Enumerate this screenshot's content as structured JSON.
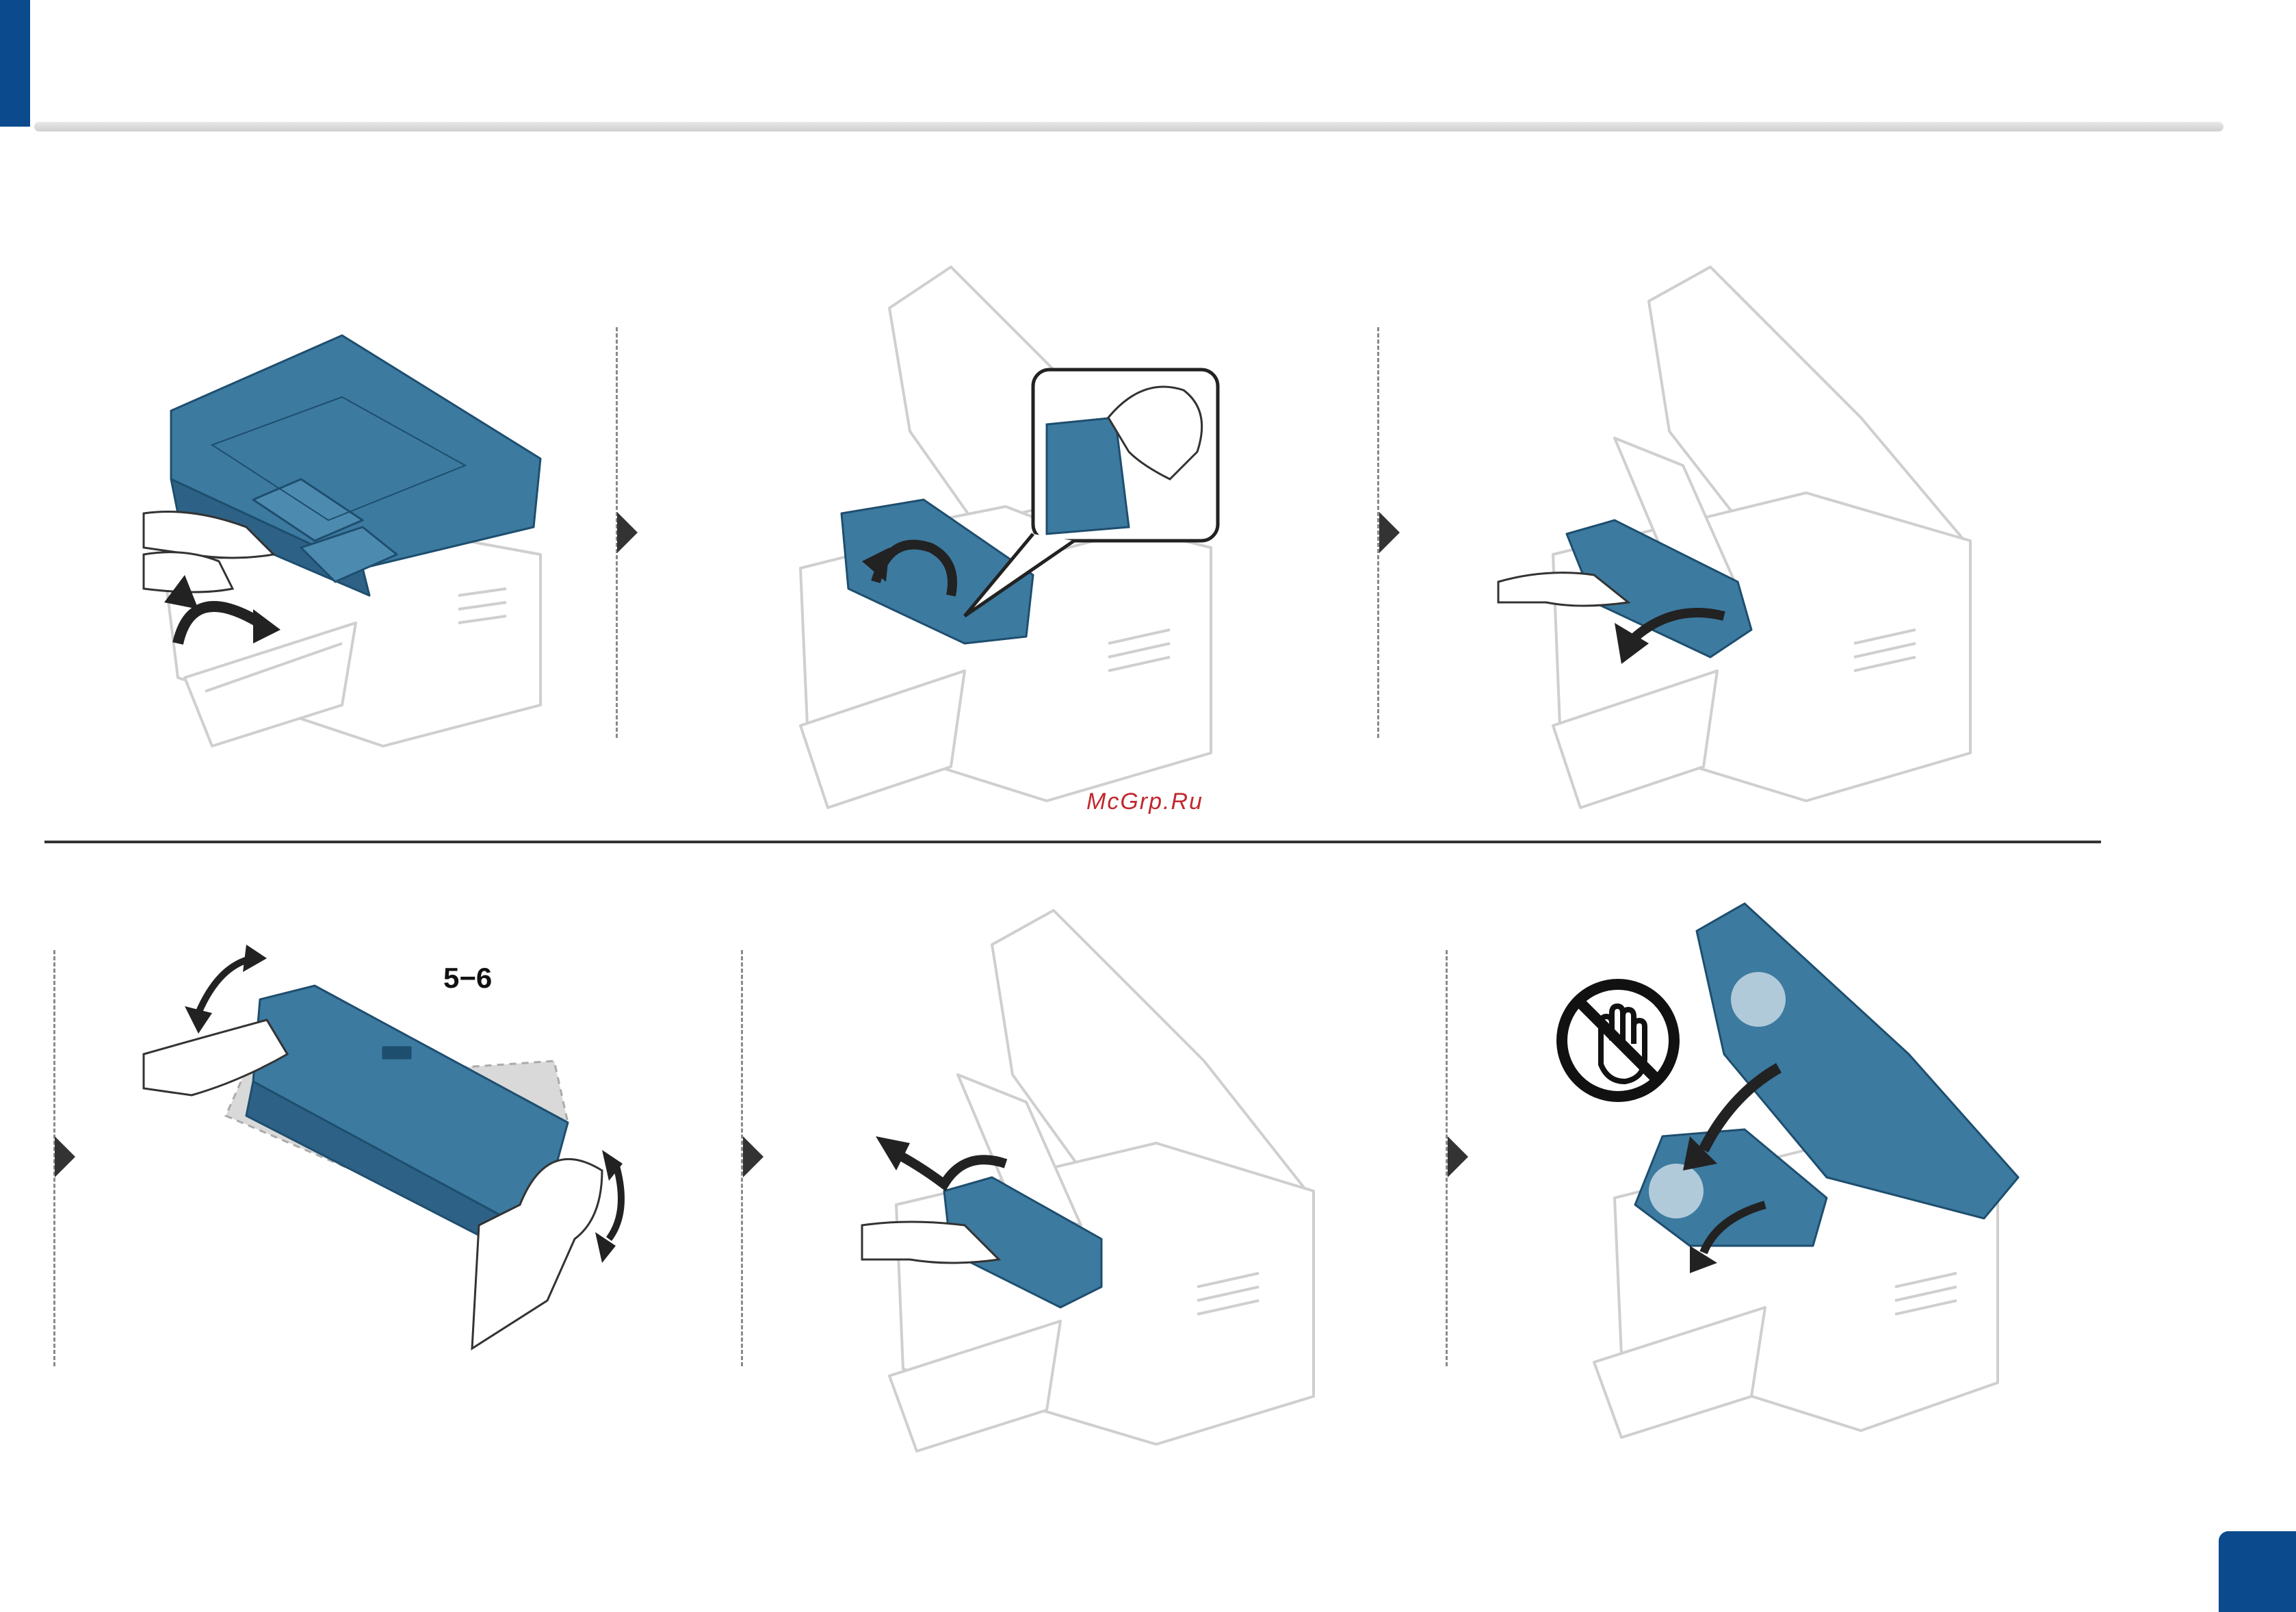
{
  "watermark": "McGrp.Ru",
  "steps": [
    {
      "name": "open-scan-unit"
    },
    {
      "name": "open-inner-cover"
    },
    {
      "name": "remove-toner-cartridge"
    },
    {
      "name": "shake-new-cartridge",
      "label": "5−6"
    },
    {
      "name": "insert-cartridge"
    },
    {
      "name": "close-cover"
    }
  ],
  "colors": {
    "accent": "#0b4a8c",
    "part_highlight": "#3c7aa0",
    "outline": "#cfcfcf",
    "watermark": "#c0282d"
  },
  "icons": {
    "no-touch": "no-touch-icon",
    "step-arrow": "arrow-right-icon"
  }
}
